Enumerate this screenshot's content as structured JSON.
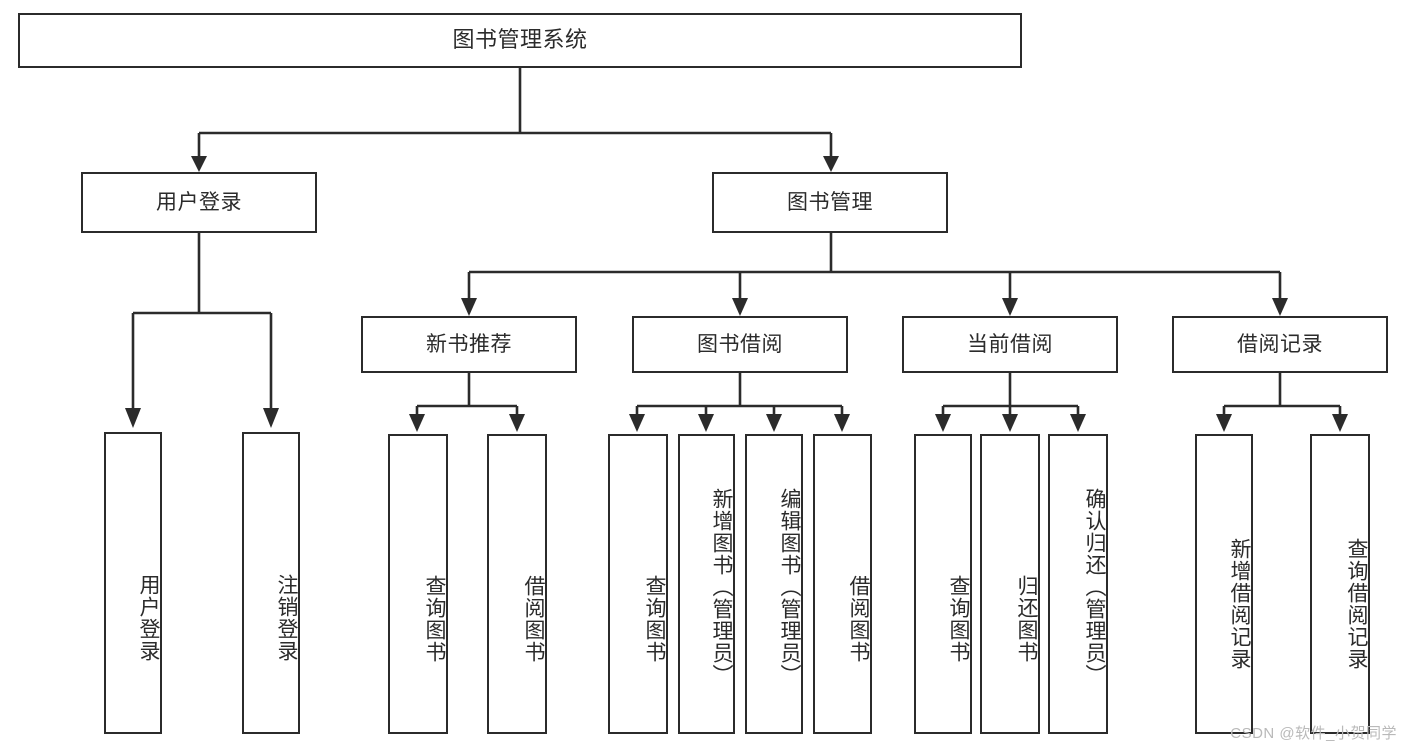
{
  "diagram": {
    "title": "图书管理系统",
    "type": "功能结构图",
    "root": {
      "id": "root",
      "label": "图书管理系统"
    },
    "level2": [
      {
        "id": "user-login",
        "label": "用户登录"
      },
      {
        "id": "book-manage",
        "label": "图书管理"
      }
    ],
    "level3": [
      {
        "id": "new-book-rec",
        "label": "新书推荐",
        "parent": "book-manage"
      },
      {
        "id": "book-borrow",
        "label": "图书借阅",
        "parent": "book-manage"
      },
      {
        "id": "current-borrow",
        "label": "当前借阅",
        "parent": "book-manage"
      },
      {
        "id": "borrow-record",
        "label": "借阅记录",
        "parent": "book-manage"
      }
    ],
    "leaves": {
      "user_login": [
        {
          "id": "leaf-user-login",
          "label": "用户登录"
        },
        {
          "id": "leaf-logout",
          "label": "注销登录"
        }
      ],
      "new_book_rec": [
        {
          "id": "leaf-query-book-1",
          "label": "查询图书"
        },
        {
          "id": "leaf-borrow-book-1",
          "label": "借阅图书"
        }
      ],
      "book_borrow": [
        {
          "id": "leaf-query-book-2",
          "label": "查询图书"
        },
        {
          "id": "leaf-add-book",
          "label": "新增图书（管理员）"
        },
        {
          "id": "leaf-edit-book",
          "label": "编辑图书（管理员）"
        },
        {
          "id": "leaf-borrow-book-2",
          "label": "借阅图书"
        }
      ],
      "current_borrow": [
        {
          "id": "leaf-query-book-3",
          "label": "查询图书"
        },
        {
          "id": "leaf-return-book",
          "label": "归还图书"
        },
        {
          "id": "leaf-confirm-return",
          "label": "确认归还（管理员）"
        }
      ],
      "borrow_record": [
        {
          "id": "leaf-add-record",
          "label": "新增借阅记录"
        },
        {
          "id": "leaf-query-record",
          "label": "查询借阅记录"
        }
      ]
    }
  },
  "watermark": {
    "text": "CSDN @软件_小贺同学"
  },
  "colors": {
    "stroke": "#2b2b2b",
    "fill": "#ffffff",
    "text": "#2b2b2b",
    "watermark": "#b9b9b9"
  }
}
